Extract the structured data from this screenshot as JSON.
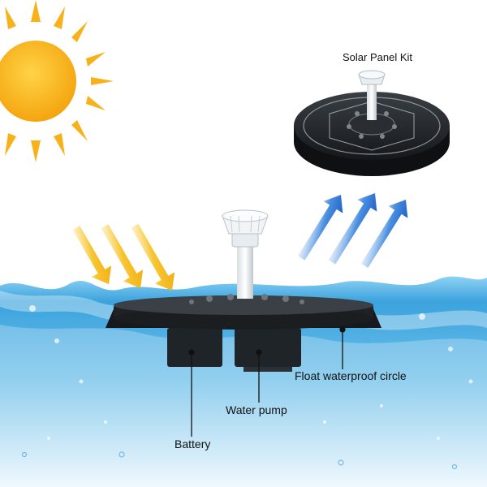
{
  "labels": {
    "solar_panel_kit": "Solar Panel Kit",
    "float_circle": "Float waterproof circle",
    "water_pump": "Water pump",
    "battery": "Battery"
  },
  "colors": {
    "sun": "#F7B21B",
    "sun_arrow": "#F2B418",
    "blue_arrow": "#1F6FD1",
    "water": "#3BA3DD",
    "device_body": "#1E2226",
    "callout_line": "#111111"
  },
  "icons": {
    "sun": "sun-icon",
    "sunlight_arrows": "sunlight-arrow-icon",
    "energy_arrows": "energy-arrow-icon"
  }
}
